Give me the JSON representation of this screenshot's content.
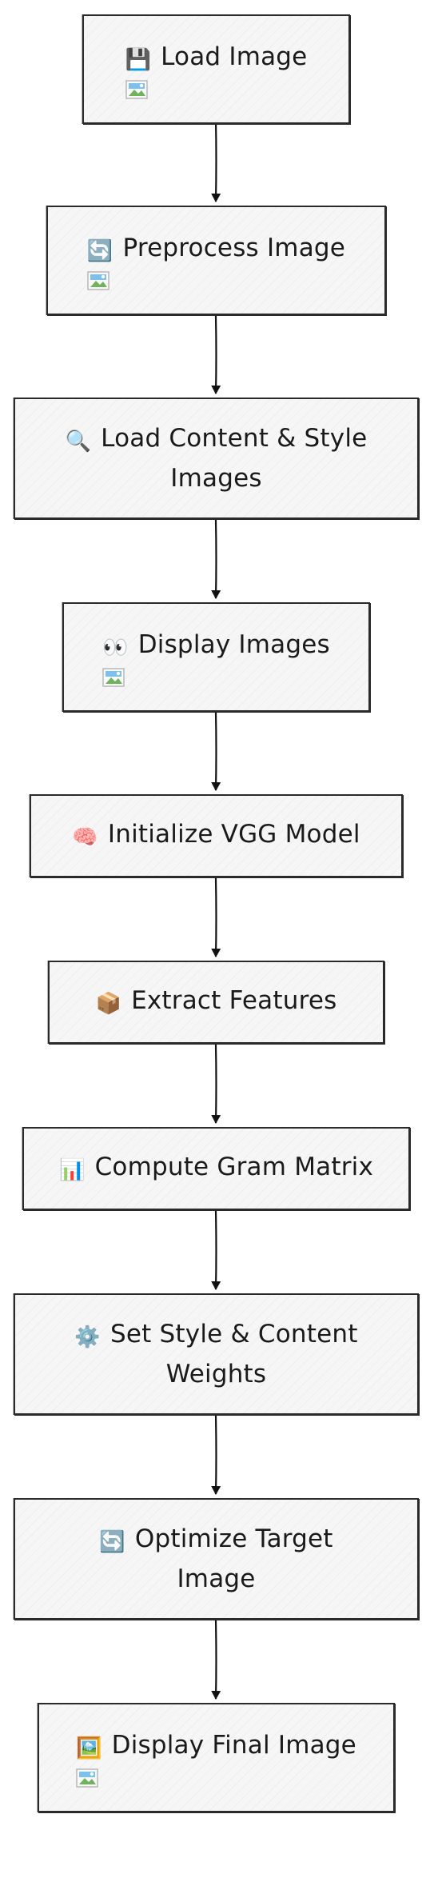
{
  "nodes": [
    {
      "id": "load-image",
      "icon": "floppy-disk-icon",
      "glyph": "💾",
      "label": "Load Image",
      "has_image": true
    },
    {
      "id": "preprocess-image",
      "icon": "refresh-icon",
      "glyph": "🔄",
      "label": "Preprocess Image",
      "has_image": true
    },
    {
      "id": "load-content-style-images",
      "icon": "magnifier-icon",
      "glyph": "🔍",
      "label_line1": "Load Content & Style",
      "label_line2": "Images",
      "has_image": false
    },
    {
      "id": "display-images",
      "icon": "eyes-icon",
      "glyph": "👀",
      "label": "Display Images",
      "has_image": true
    },
    {
      "id": "initialize-vgg-model",
      "icon": "brain-icon",
      "glyph": "🧠",
      "label": "Initialize VGG Model",
      "has_image": false
    },
    {
      "id": "extract-features",
      "icon": "package-icon",
      "glyph": "📦",
      "label": "Extract Features",
      "has_image": false
    },
    {
      "id": "compute-gram-matrix",
      "icon": "bar-chart-icon",
      "glyph": "📊",
      "label": "Compute Gram Matrix",
      "has_image": false
    },
    {
      "id": "set-style-content-weights",
      "icon": "gear-icon",
      "glyph": "⚙️",
      "label_line1": "Set Style & Content",
      "label_line2": "Weights",
      "has_image": false
    },
    {
      "id": "optimize-target-image",
      "icon": "refresh-icon",
      "glyph": "🔄",
      "label_line1": "Optimize Target",
      "label_line2": "Image",
      "has_image": false
    },
    {
      "id": "display-final-image",
      "icon": "framed-picture-icon",
      "glyph": "🖼️",
      "label": "Display Final Image",
      "has_image": true
    }
  ],
  "colors": {
    "stroke": "#2a2a2a",
    "fill": "#f6f6f6"
  }
}
